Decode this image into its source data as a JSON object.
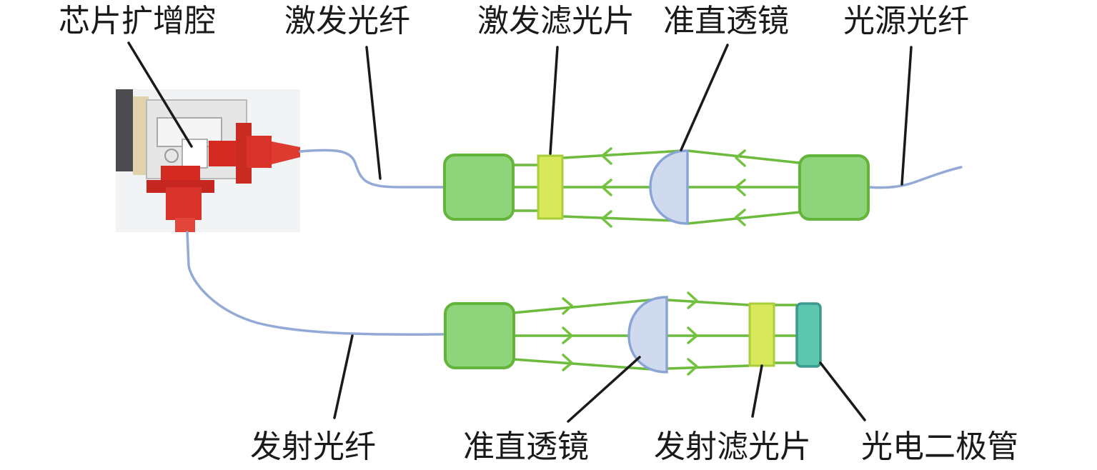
{
  "diagram": {
    "title": "",
    "labels": {
      "chip_chamber": "芯片扩增腔",
      "excitation_fiber": "激发光纤",
      "excitation_filter": "激发滤光片",
      "collimating_lens_top": "准直透镜",
      "source_fiber": "光源光纤",
      "emission_fiber": "发射光纤",
      "collimating_lens_bottom": "准直透镜",
      "emission_filter": "发射滤光片",
      "photodiode": "光电二极管"
    },
    "paths": {
      "excitation": {
        "direction": "right-to-left",
        "components": [
          "光源光纤",
          "coupler",
          "准直透镜",
          "激发滤光片",
          "coupler",
          "激发光纤",
          "芯片扩增腔"
        ]
      },
      "emission": {
        "direction": "left-to-right",
        "components": [
          "芯片扩增腔",
          "发射光纤",
          "coupler",
          "准直透镜",
          "发射滤光片",
          "光电二极管"
        ]
      }
    },
    "colors": {
      "fiber": "#93a9d6",
      "coupler_fill": "#8ed47a",
      "coupler_stroke": "#63b43a",
      "beam": "#6cbb3c",
      "filter_fill": "#d7e85a",
      "lens_fill": "#cfdaee",
      "lens_stroke": "#8aa4d6",
      "photodiode_fill": "#5cc7ad",
      "chip_connector": "#d42a22"
    }
  }
}
